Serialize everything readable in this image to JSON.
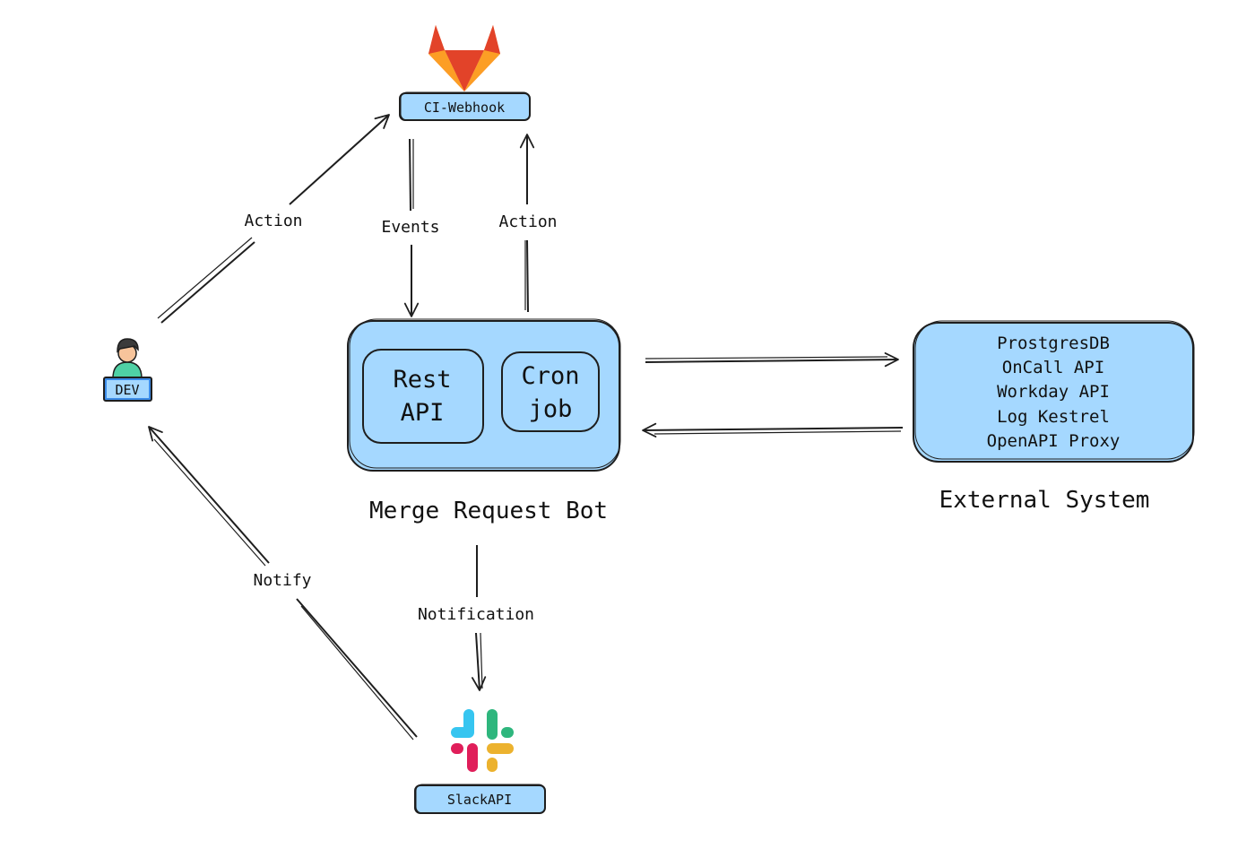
{
  "nodes": {
    "ci_webhook": {
      "label": "CI-Webhook",
      "logo": "gitlab-logo-icon"
    },
    "dev": {
      "label": "DEV",
      "icon": "developer-person-icon"
    },
    "bot": {
      "rest_api": [
        "Rest",
        "API"
      ],
      "cron_job": [
        "Cron",
        "job"
      ],
      "caption": "Merge Request Bot"
    },
    "external": {
      "items": [
        "ProstgresDB",
        "OnCall API",
        "Workday API",
        "Log Kestrel",
        "OpenAPI Proxy"
      ],
      "caption": "External System"
    },
    "slack": {
      "label": "SlackAPI",
      "logo": "slack-logo-icon"
    }
  },
  "edges": {
    "dev_action": "Action",
    "events": "Events",
    "bot_action": "Action",
    "notification": "Notification",
    "notify": "Notify"
  },
  "colors": {
    "box_fill": "#a5d8ff",
    "stroke": "#1e1e1e",
    "gitlab_dark": "#e24329",
    "gitlab_mid": "#fc6d26",
    "gitlab_light": "#fca326",
    "slack_blue": "#36c5f0",
    "slack_green": "#2eb67d",
    "slack_yellow": "#ecb22e",
    "slack_red": "#e01e5a",
    "dev_shirt": "#4fd1a5"
  }
}
